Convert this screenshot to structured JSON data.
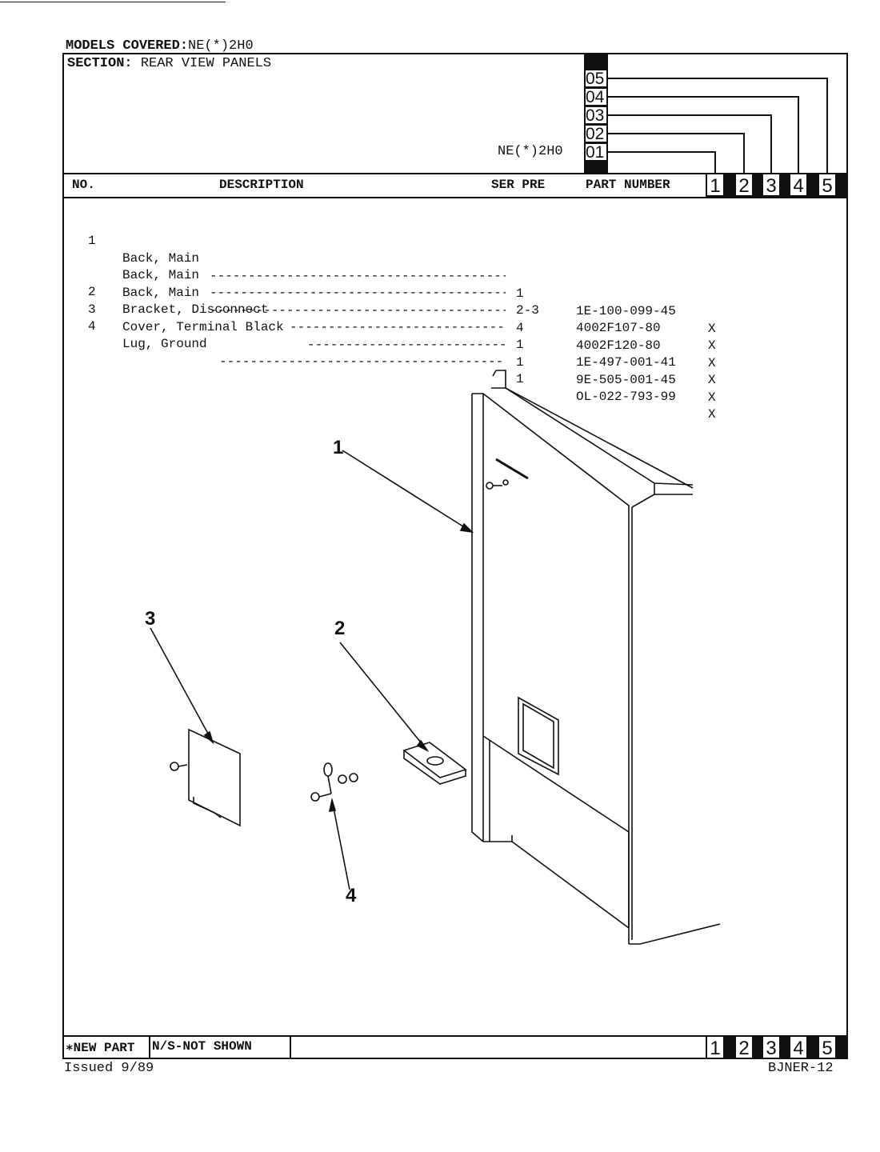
{
  "header": {
    "models_label": "MODELS COVERED:",
    "models_value": "NE(*)2H0",
    "section_label": "SECTION:",
    "section_value": "REAR VIEW PANELS",
    "model_name": "NE(*)2H0",
    "model_codes": [
      "05",
      "04",
      "03",
      "02",
      "01"
    ]
  },
  "columns": {
    "no": "NO.",
    "description": "DESCRIPTION",
    "ser_pre": "SER PRE",
    "part_number": "PART NUMBER",
    "model_tags": [
      "1",
      "2",
      "3",
      "4",
      "5"
    ]
  },
  "parts": [
    {
      "no": "1",
      "description": "Back, Main",
      "ser_pre": "1",
      "part_number": "1E-100-099-45",
      "mark": "X"
    },
    {
      "no": "",
      "description": "Back, Main",
      "ser_pre": "2-3",
      "part_number": "4002F107-80",
      "mark": "X"
    },
    {
      "no": "",
      "description": "Back, Main",
      "ser_pre": "4",
      "part_number": "4002F120-80",
      "mark": "X"
    },
    {
      "no": "2",
      "description": "Bracket, Disconnect",
      "ser_pre": "1",
      "part_number": "1E-497-001-41",
      "mark": "X"
    },
    {
      "no": "3",
      "description": "Cover, Terminal Black",
      "ser_pre": "1",
      "part_number": "9E-505-001-45",
      "mark": "X"
    },
    {
      "no": "4",
      "description": "Lug, Ground",
      "ser_pre": "1",
      "part_number": "OL-022-793-99",
      "mark": "X"
    }
  ],
  "callouts": [
    "1",
    "2",
    "3",
    "4"
  ],
  "footer": {
    "new_part": "∗NEW PART",
    "not_shown": "N/S-NOT SHOWN",
    "issued": "Issued 9/89",
    "doc_code": "BJNER-12"
  }
}
